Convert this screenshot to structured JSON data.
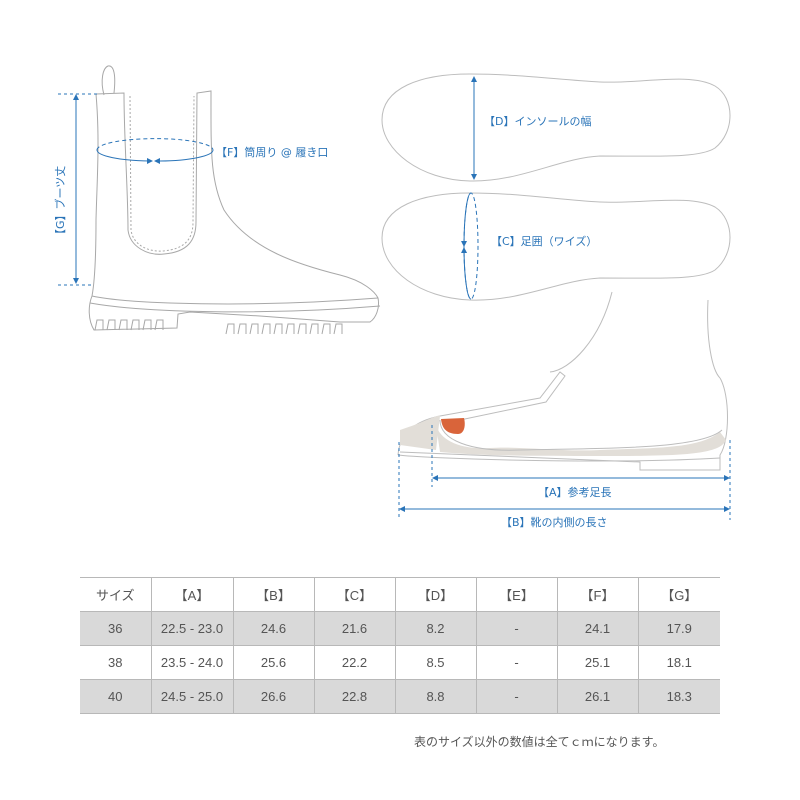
{
  "colors": {
    "accent_blue": "#2a74b8",
    "outline_gray": "#b0b0b0",
    "toe_red": "#d9643a",
    "insole_fill": "#e2ded8",
    "row_shade": "#d9d9d9"
  },
  "diagram": {
    "boot_side": {
      "label_F": "【F】筒周り @ 履き口",
      "label_G": "【G】ブーツ丈"
    },
    "insole_top": {
      "label_D": "【D】インソールの幅"
    },
    "insole_bottom": {
      "label_C": "【C】足囲（ワイズ）"
    },
    "foot_section": {
      "label_A": "【A】参考足長",
      "label_B": "【B】靴の内側の長さ"
    }
  },
  "size_table": {
    "headers": [
      "サイズ",
      "【A】",
      "【B】",
      "【C】",
      "【D】",
      "【E】",
      "【F】",
      "【G】"
    ],
    "rows": [
      [
        "36",
        "22.5 - 23.0",
        "24.6",
        "21.6",
        "8.2",
        "-",
        "24.1",
        "17.9"
      ],
      [
        "38",
        "23.5 - 24.0",
        "25.6",
        "22.2",
        "8.5",
        "-",
        "25.1",
        "18.1"
      ],
      [
        "40",
        "24.5 - 25.0",
        "26.6",
        "22.8",
        "8.8",
        "-",
        "26.1",
        "18.3"
      ]
    ]
  },
  "footnote": "表のサイズ以外の数値は全てｃｍになります。"
}
